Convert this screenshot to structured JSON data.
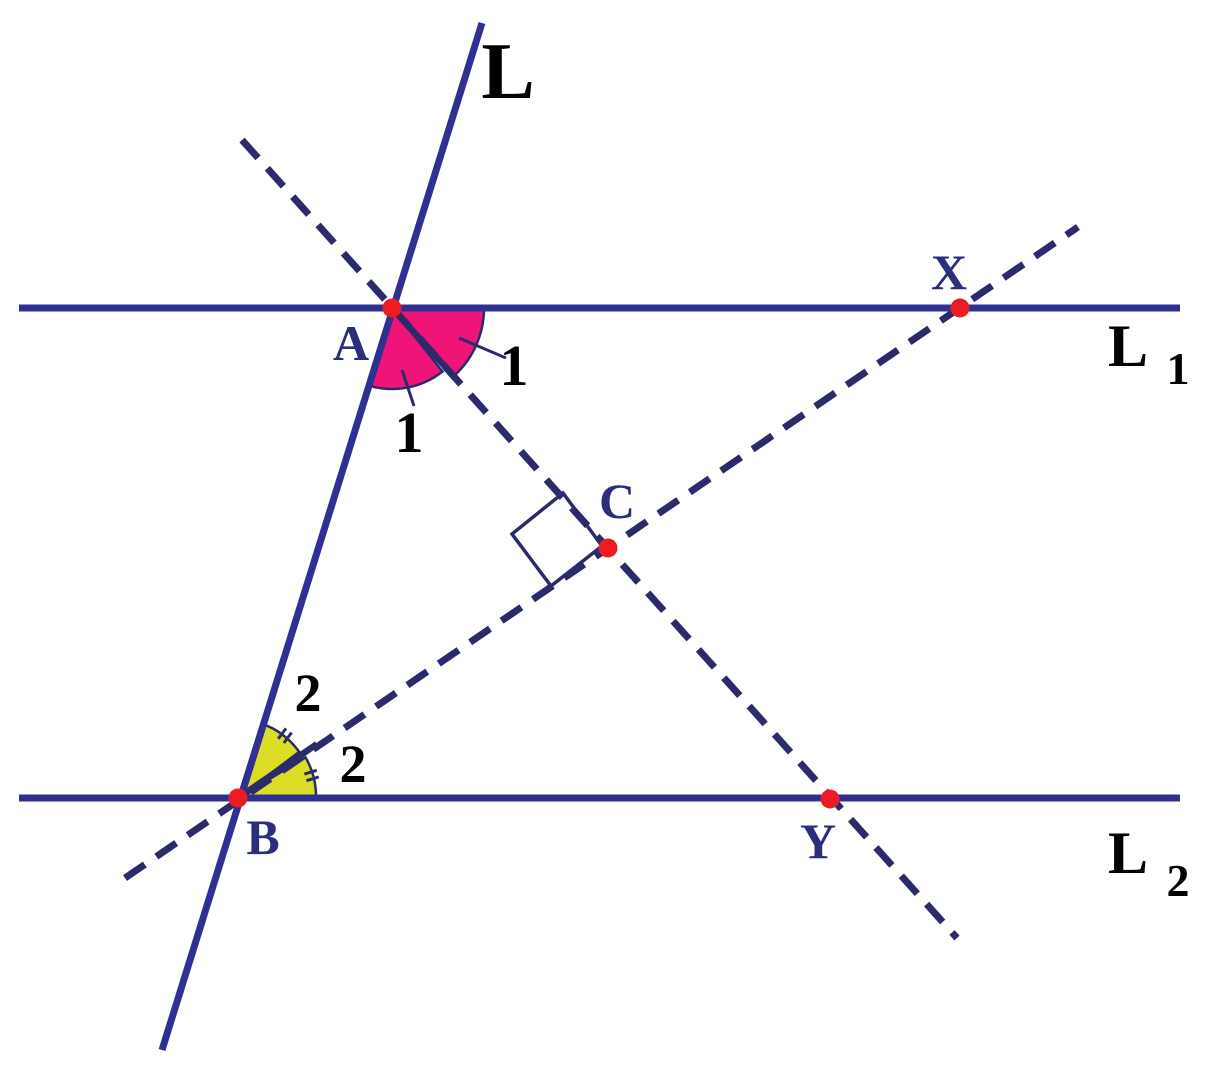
{
  "figure": {
    "description": "Two parallel lines L1 and L2 cut by transversal L; angle bisectors drawn dashed from A and B meet at right angle at C",
    "labels": {
      "transversal": "L",
      "line1_main": "L",
      "line1_sub": "1",
      "line2_main": "L",
      "line2_sub": "2",
      "point_A": "A",
      "point_B": "B",
      "point_C": "C",
      "point_X": "X",
      "point_Y": "Y",
      "angle_A_right": "1",
      "angle_A_left": "1",
      "angle_B_upper": "2",
      "angle_B_lower": "2"
    },
    "colors": {
      "background": "#FFFFFF",
      "solid_line": "#2E3192",
      "dashed_line": "#2B2B6B",
      "point_label": "#2A2E7C",
      "black_label": "#000000",
      "angle_A_fill": "#EE1478",
      "angle_B_fill": "#DBDE24",
      "dot": "#ED1C24"
    }
  }
}
